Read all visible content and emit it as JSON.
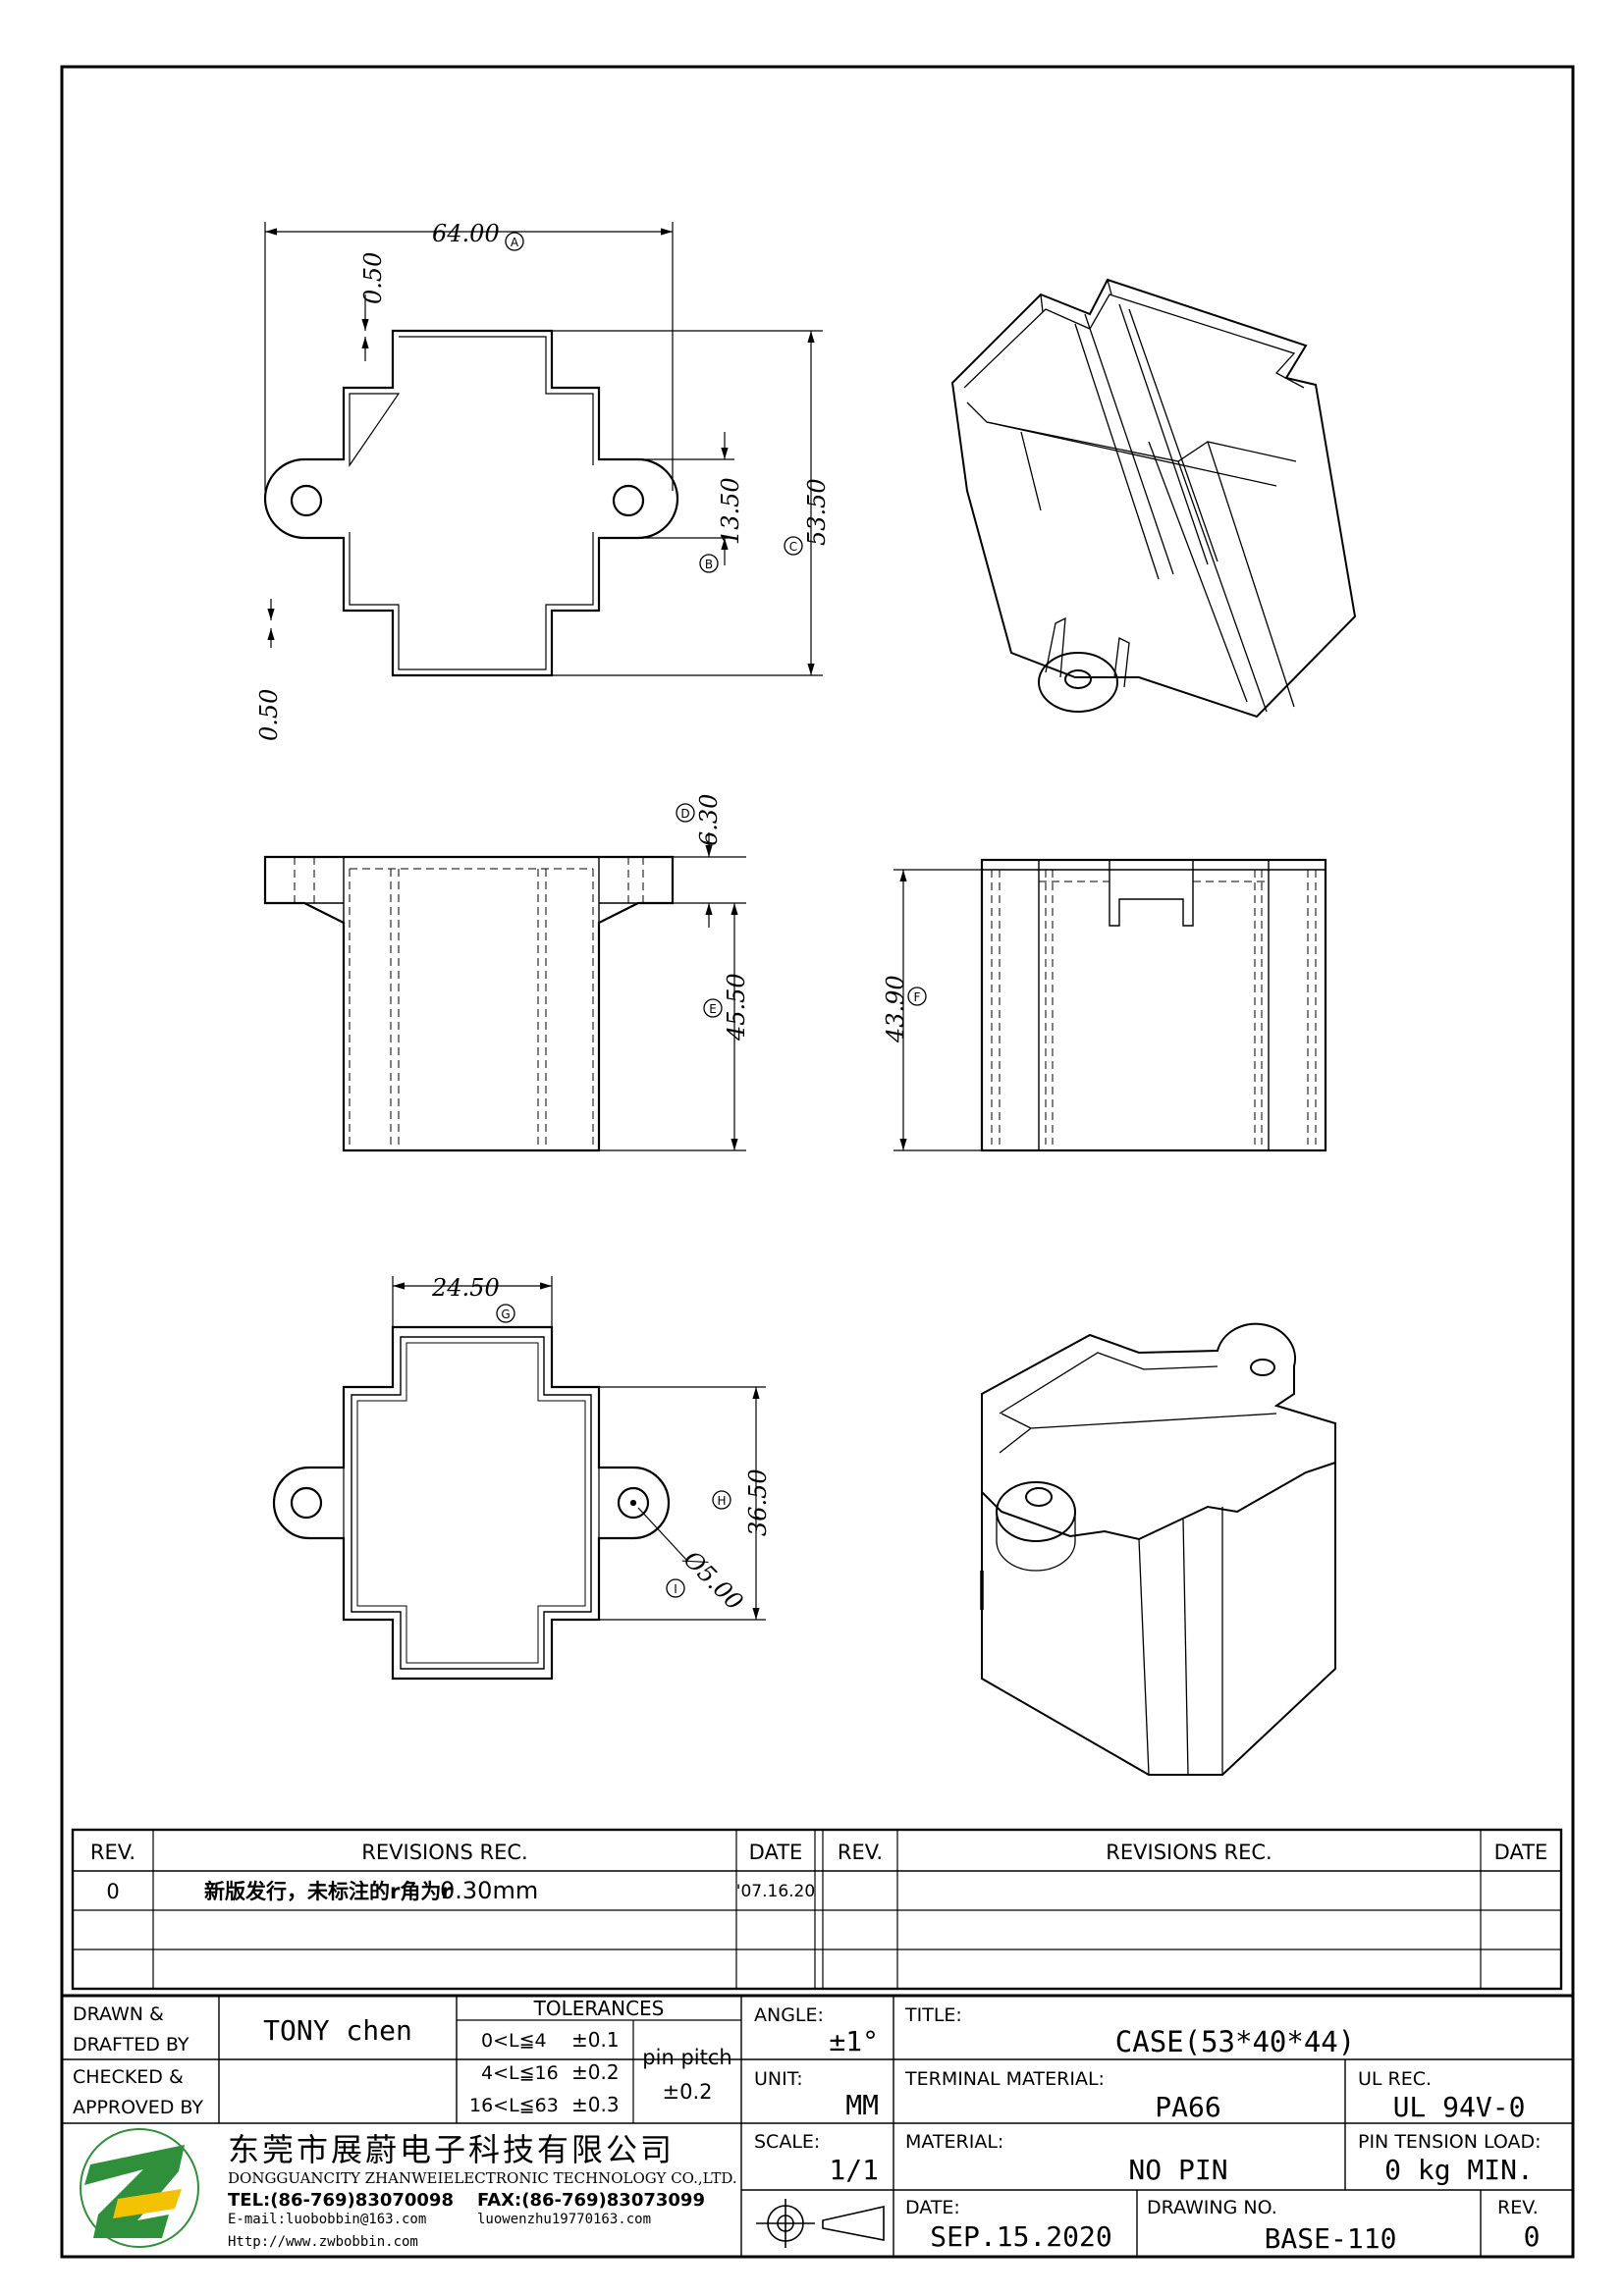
{
  "drawing": {
    "dims": {
      "top_width": "64.00",
      "top_width_ref": "A",
      "top_gap_upper": "0.50",
      "top_gap_lower": "0.50",
      "ear_height": "13.50",
      "ear_height_ref": "B",
      "overall_height": "53.50",
      "overall_height_ref": "C",
      "flange": "6.30",
      "flange_ref": "D",
      "front_height": "45.50",
      "front_height_ref": "E",
      "side_height": "43.90",
      "side_height_ref": "F",
      "bottom_width": "24.50",
      "bottom_width_ref": "G",
      "bottom_height": "36.50",
      "bottom_height_ref": "H",
      "hole_dia": "Ø5.00",
      "hole_dia_ref": "I"
    }
  },
  "revisions": {
    "headers": {
      "rev": "REV.",
      "rec": "REVISIONS   REC.",
      "date": "DATE"
    },
    "rows": [
      {
        "rev": "0",
        "rec_cn": "新版发行，未标注的r角为r",
        "rec_val": "0.30mm",
        "date": "'07.16.20"
      }
    ]
  },
  "titleblock": {
    "drawn_label_1": "DRAWN  &",
    "drawn_label_2": "DRAFTED  BY",
    "checked_label_1": "CHECKED  &",
    "checked_label_2": "APPROVED  BY",
    "drawn_by": "TONY  chen",
    "tolerances_label": "TOLERANCES",
    "tol_rows": [
      {
        "range": "0<L≦4",
        "tol": "±0.1"
      },
      {
        "range": "4<L≦16",
        "tol": "±0.2"
      },
      {
        "range": "16<L≦63",
        "tol": "±0.3"
      }
    ],
    "pin_pitch_label": "pin  pitch",
    "pin_pitch_tol": "±0.2",
    "angle_label": "ANGLE:",
    "angle": "±1°",
    "unit_label": "UNIT:",
    "unit": "MM",
    "scale_label": "SCALE:",
    "scale": "1/1",
    "title_label": "TITLE:",
    "title": "CASE(53*40*44)",
    "terminal_material_label": "TERMINAL  MATERIAL:",
    "terminal_material": "PA66",
    "ul_rec_label": "UL  REC.",
    "ul_rec": "UL  94V-0",
    "material_label": "MATERIAL:",
    "material": "NO  PIN",
    "pin_tension_label": "PIN  TENSION  LOAD:",
    "pin_tension": "0  kg  MIN.",
    "date_label": "DATE:",
    "date": "SEP.15.2020",
    "drawing_no_label": "DRAWING  NO.",
    "drawing_no": "BASE-110",
    "rev_label": "REV.",
    "rev": "0"
  },
  "company": {
    "name_cn": "东莞市展蔚电子科技有限公司",
    "name_en": "DONGGUANCITY  ZHANWEIELECTRONIC  TECHNOLOGY  CO.,LTD.",
    "tel": "TEL:(86-769)83070098",
    "fax": "FAX:(86-769)83073099",
    "email": "E-mail:luobobbin@163.com",
    "email2": "luowenzhu19770163.com",
    "web": "Http://www.zwbobbin.com",
    "logo_color": "#2f8f3a",
    "logo_accent": "#f2c200"
  }
}
